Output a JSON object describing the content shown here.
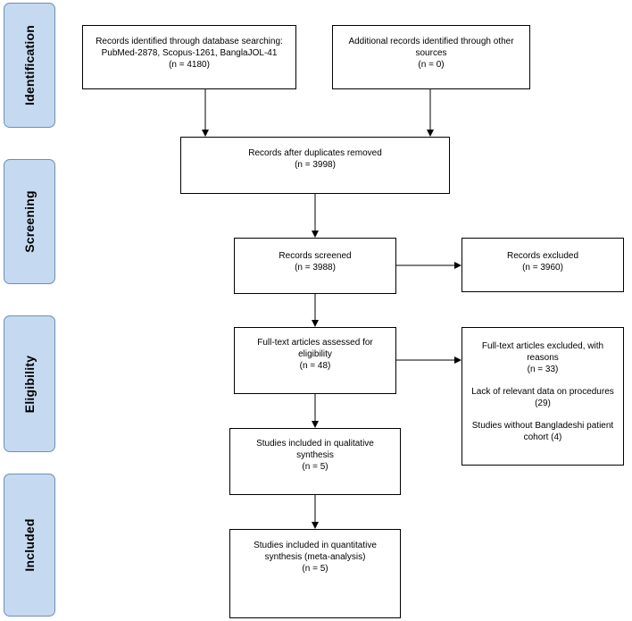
{
  "phases": {
    "identification": "Identification",
    "screening": "Screening",
    "eligibility": "Eligibility",
    "included": "Included"
  },
  "boxes": {
    "db_search": {
      "line1": "Records identified through database searching:",
      "line2": "PubMed-2878, Scopus-1261, BanglaJOL-41",
      "line3": "(n = 4180)"
    },
    "other_sources": {
      "line1": "Additional records identified through other",
      "line2": "sources",
      "line3": "(n = 0)"
    },
    "duplicates_removed": {
      "line1": "Records after duplicates removed",
      "line2": "(n = 3998)"
    },
    "screened": {
      "line1": "Records screened",
      "line2": "(n = 3988)"
    },
    "excluded": {
      "line1": "Records excluded",
      "line2": "(n = 3960)"
    },
    "fulltext_assessed": {
      "line1": "Full-text articles assessed for",
      "line2": "eligibility",
      "line3": "(n = 48)"
    },
    "fulltext_excluded": {
      "line1": "Full-text articles excluded, with",
      "line2": "reasons",
      "line3": "(n = 33)",
      "reason1_line1": "Lack of relevant data on procedures",
      "reason1_line2": "(29)",
      "reason2_line1": "Studies without Bangladeshi patient",
      "reason2_line2": "cohort (4)"
    },
    "qualitative": {
      "line1": "Studies included in qualitative",
      "line2": "synthesis",
      "line3": "(n = 5)"
    },
    "quantitative": {
      "line1": "Studies included in quantitative",
      "line2": "synthesis (meta-analysis)",
      "line3": "(n = 5)"
    }
  }
}
